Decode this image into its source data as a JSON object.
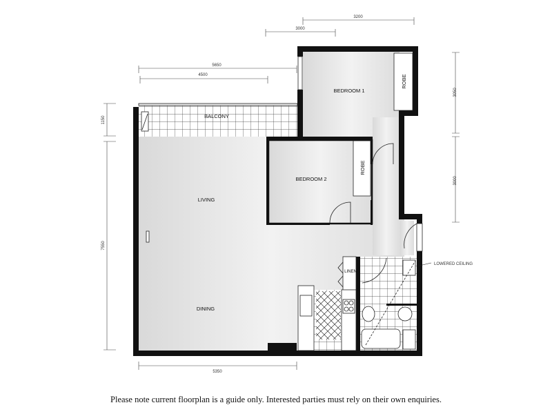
{
  "rooms": {
    "bedroom1": "BEDROOM 1",
    "bedroom2": "BEDROOM 2",
    "robe1": "ROBE",
    "robe2": "ROBE",
    "balcony": "BALCONY",
    "living": "LIVING",
    "dining": "DINING",
    "linen": "LINEN"
  },
  "annotations": {
    "lowered_ceiling": "LOWERED CEILING"
  },
  "dimensions": {
    "top_bed1_width": "3200",
    "top_bed2_width": "3000",
    "top_overall": "5650",
    "top_balcony": "4500",
    "right_bed1_depth": "3050",
    "right_bed2_depth": "3000",
    "left_balcony_depth": "1150",
    "left_living_depth": "7550",
    "bottom_dining_width": "5350"
  },
  "footer": {
    "note": "Please note current floorplan is a guide only. Interested parties must rely on their own enquiries."
  }
}
